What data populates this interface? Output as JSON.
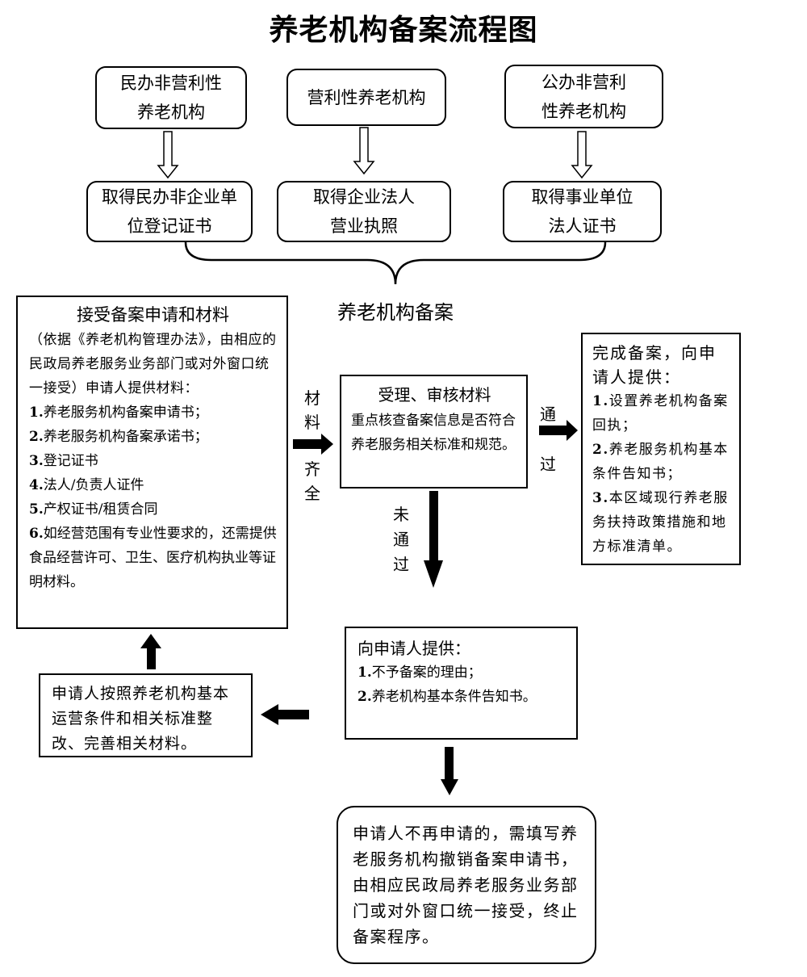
{
  "title": "养老机构备案流程图",
  "types": [
    {
      "line1": "民办非营利性",
      "line2": "养老机构"
    },
    {
      "line1": "营利性养老机构",
      "line2": ""
    },
    {
      "line1": "公办非营利",
      "line2": "性养老机构"
    }
  ],
  "certs": [
    {
      "line1": "取得民办非企业单",
      "line2": "位登记证书"
    },
    {
      "line1": "取得企业法人",
      "line2": "营业执照"
    },
    {
      "line1": "取得事业单位",
      "line2": "法人证书"
    }
  ],
  "filing_label": "养老机构备案",
  "accept": {
    "heading": "接受备案申请和材料",
    "note": "（依据《养老机构管理办法》，由相应的民政局养老服务业务部门或对外窗口统一接受）申请人提供材料：",
    "items": [
      {
        "num": "1.",
        "text": "养老服务机构备案申请书；"
      },
      {
        "num": "2.",
        "text": "养老服务机构备案承诺书；"
      },
      {
        "num": "3.",
        "text": "登记证书"
      },
      {
        "num": "4.",
        "text": "法人/负责人证件"
      },
      {
        "num": "5.",
        "text": "产权证书/租赁合同"
      },
      {
        "num": "6.",
        "text": "如经营范围有专业性要求的，还需提供食品经营许可、卫生、医疗机构执业等证明材料。"
      }
    ]
  },
  "label_materials": {
    "top": "材料",
    "bottom": "齐全"
  },
  "review": {
    "heading": "受理、审核材料",
    "body": "重点核查备案信息是否符合养老服务相关标准和规范。"
  },
  "label_pass": {
    "top": "通",
    "bottom": "过"
  },
  "label_fail": "未通过",
  "complete": {
    "heading": "完成备案，向申请人提供：",
    "items": [
      {
        "num": "1.",
        "text": "设置养老机构备案回执；"
      },
      {
        "num": "2.",
        "text": "养老服务机构基本条件告知书；"
      },
      {
        "num": "3.",
        "text": "本区域现行养老服务扶持政策措施和地方标准清单。"
      }
    ]
  },
  "reject": {
    "heading": "向申请人提供：",
    "items": [
      {
        "num": "1.",
        "text": "不予备案的理由；"
      },
      {
        "num": "2.",
        "text": "养老机构基本条件告知书。"
      }
    ]
  },
  "rectify": "申请人按照养老机构基本运营条件和相关标准整改、完善相关材料。",
  "terminate": "申请人不再申请的，需填写养老服务机构撤销备案申请书，由相应民政局养老服务业务部门或对外窗口统一接受，终止备案程序。"
}
